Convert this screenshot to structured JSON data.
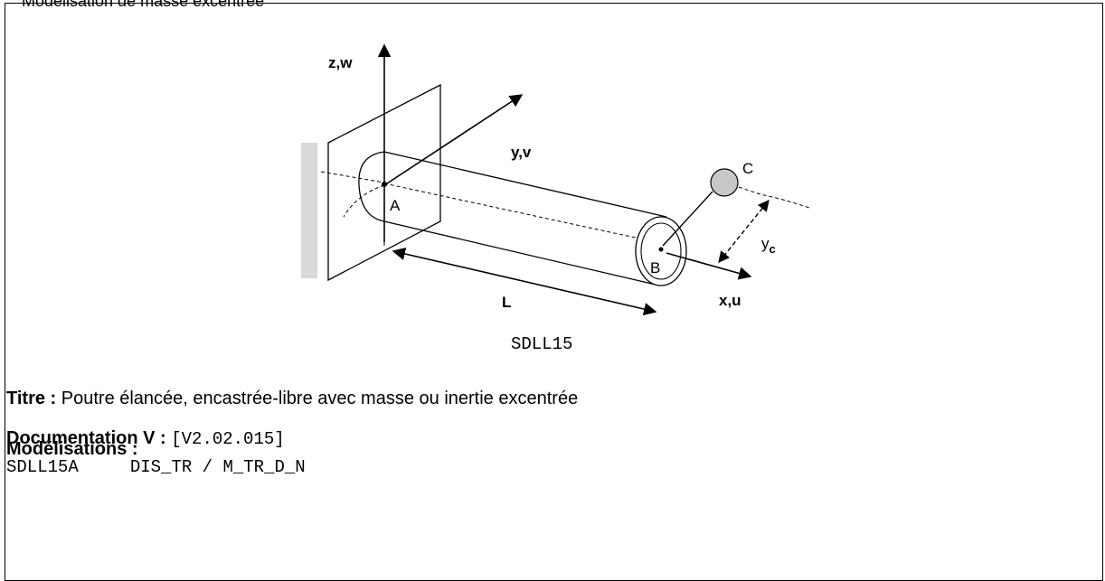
{
  "header_partial": "Modélisation de masse excentrée",
  "figure": {
    "axis_z": "z,w",
    "axis_y": "y,v",
    "axis_x": "x,u",
    "point_a": "A",
    "point_b": "B",
    "point_c": "C",
    "length_label": "L",
    "offset_label": "y",
    "offset_sub": "c",
    "caption": "SDLL15"
  },
  "titre": {
    "label": "Titre :",
    "value": " Poutre élancée, encastrée-libre avec masse ou inertie excentrée"
  },
  "documentation": {
    "label": "Documentation V :",
    "value": "[V2.02.015]"
  },
  "modelisations": {
    "label": "Modélisations :",
    "rows": [
      {
        "code": "SDLL15A",
        "types": "DIS_TR / M_TR_D_N"
      }
    ]
  },
  "colors": {
    "shading": "#d9d9d9",
    "mass": "#c8c8c8"
  }
}
